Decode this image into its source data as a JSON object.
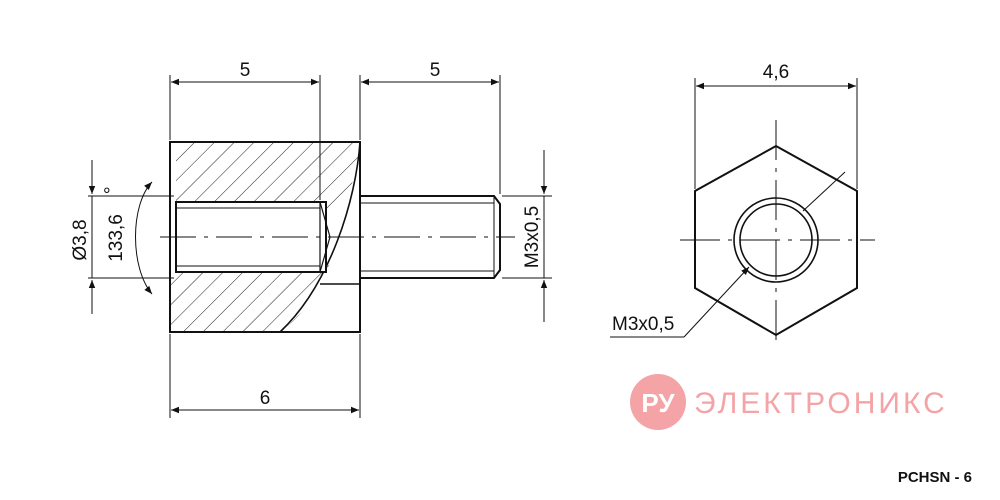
{
  "dimensions": {
    "top_left_length": "5",
    "top_right_length": "5",
    "bottom_length": "6",
    "inner_diameter": "Ø3,8",
    "angle": "133,6",
    "angle_unit": "°",
    "thread_side": "M3x0,5",
    "hex_width": "4,6",
    "hex_thread": "M3x0,5"
  },
  "watermark": {
    "monogram": "РУ",
    "text": "ЭЛЕКТРОНИКС",
    "color": "#f4a3a6"
  },
  "part_code": "PCHSN - 6"
}
